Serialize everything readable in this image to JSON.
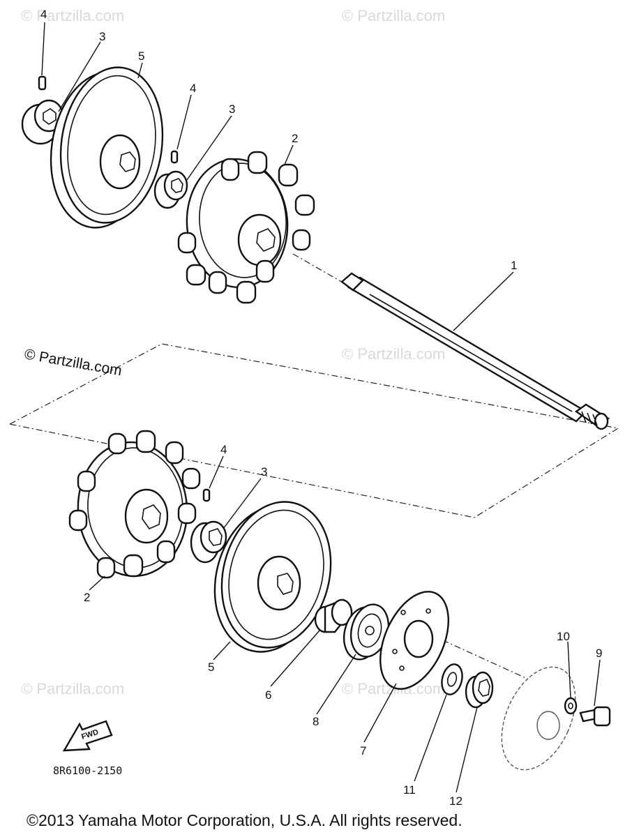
{
  "diagram": {
    "code": "8R6100-2150",
    "fwd_label": "FWD",
    "copyright": "©2013  Yamaha Motor Corporation, U.S.A. All rights reserved."
  },
  "watermarks": {
    "text": "© Partzilla.com",
    "faint": "© Partzilla.com"
  },
  "callouts": {
    "c1": "1",
    "c2_top": "2",
    "c2_bottom": "2",
    "c3_top_left": "3",
    "c3_top_mid": "3",
    "c3_bottom": "3",
    "c4_top_left": "4",
    "c4_top_mid": "4",
    "c4_bottom": "4",
    "c5_top": "5",
    "c5_bottom": "5",
    "c6": "6",
    "c7": "7",
    "c8": "8",
    "c9": "9",
    "c10": "10",
    "c11": "11",
    "c12": "12"
  }
}
